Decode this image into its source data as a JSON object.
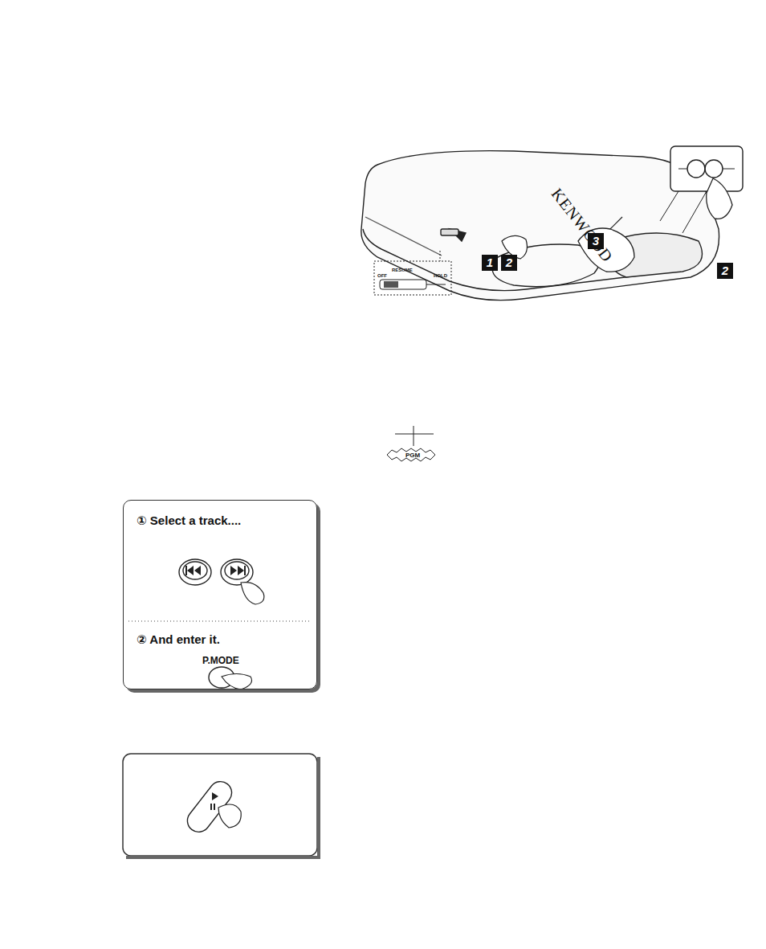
{
  "diagram": {
    "nodes": [
      {
        "text": [
          "① Select a track....",
          "② And enter it.",
          "P.MODE"
        ]
      }
    ],
    "labels": [
      "KENWOOD",
      "3",
      "1",
      "2",
      "2",
      "OFF",
      "RESUME",
      "HOLD",
      "PGM"
    ]
  }
}
